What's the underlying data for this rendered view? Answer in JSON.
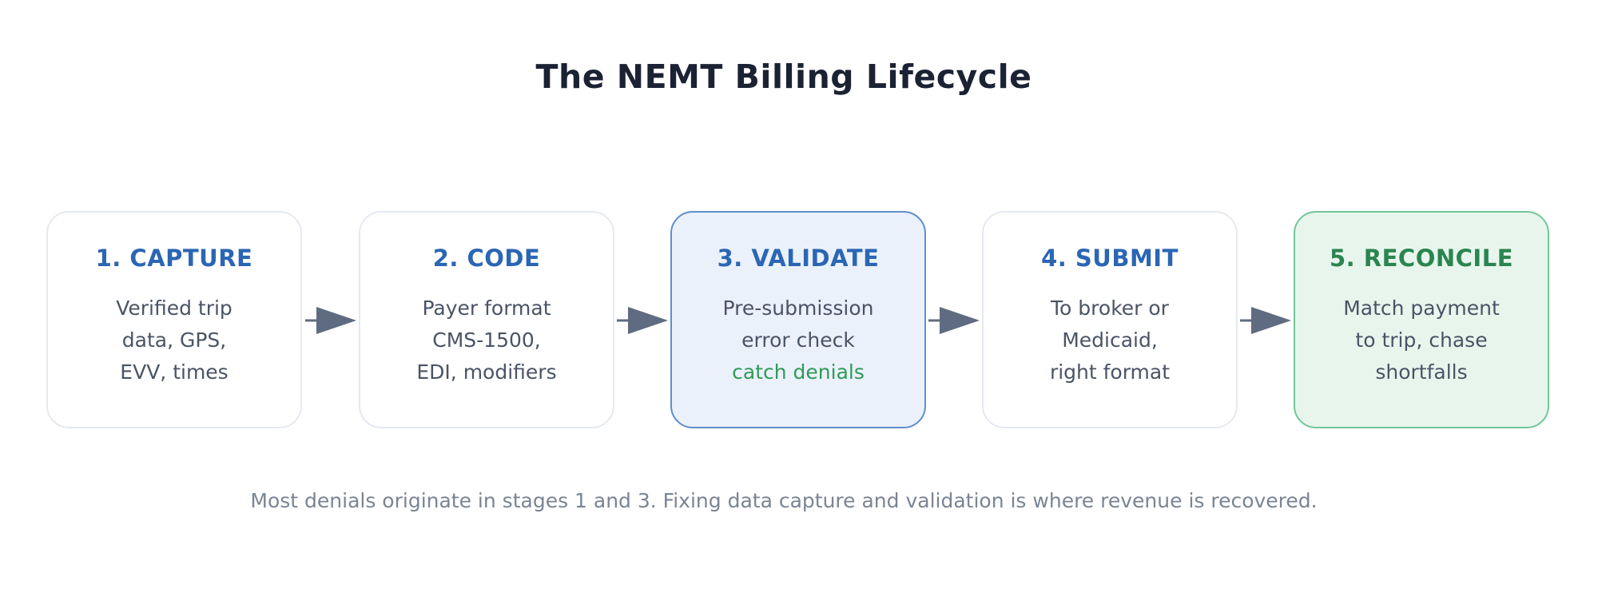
{
  "title": "The NEMT Billing Lifecycle",
  "stages": [
    {
      "title": "1. CAPTURE",
      "lines": [
        "Verified trip",
        "data, GPS,",
        "EVV, times"
      ]
    },
    {
      "title": "2. CODE",
      "lines": [
        "Payer format",
        "CMS-1500,",
        "EDI, modifiers"
      ]
    },
    {
      "title": "3. VALIDATE",
      "lines": [
        "Pre-submission",
        "error check",
        "catch denials"
      ]
    },
    {
      "title": "4. SUBMIT",
      "lines": [
        "To broker or",
        "Medicaid,",
        "right format"
      ]
    },
    {
      "title": "5. RECONCILE",
      "lines": [
        "Match payment",
        "to trip, chase",
        "shortfalls"
      ]
    }
  ],
  "footnote": "Most denials originate in stages 1 and 3. Fixing data capture and validation is where revenue is recovered.",
  "colors": {
    "title": "#1a2233",
    "stage_title": "#2a66b4",
    "stage_title_final": "#2a8550",
    "accent_text": "#2f9a57",
    "highlight_fill": "#ebf1fb",
    "highlight_border": "#5f8ecb",
    "final_fill": "#e8f5ec",
    "final_border": "#73c699",
    "arrow": "#5f6b80"
  }
}
